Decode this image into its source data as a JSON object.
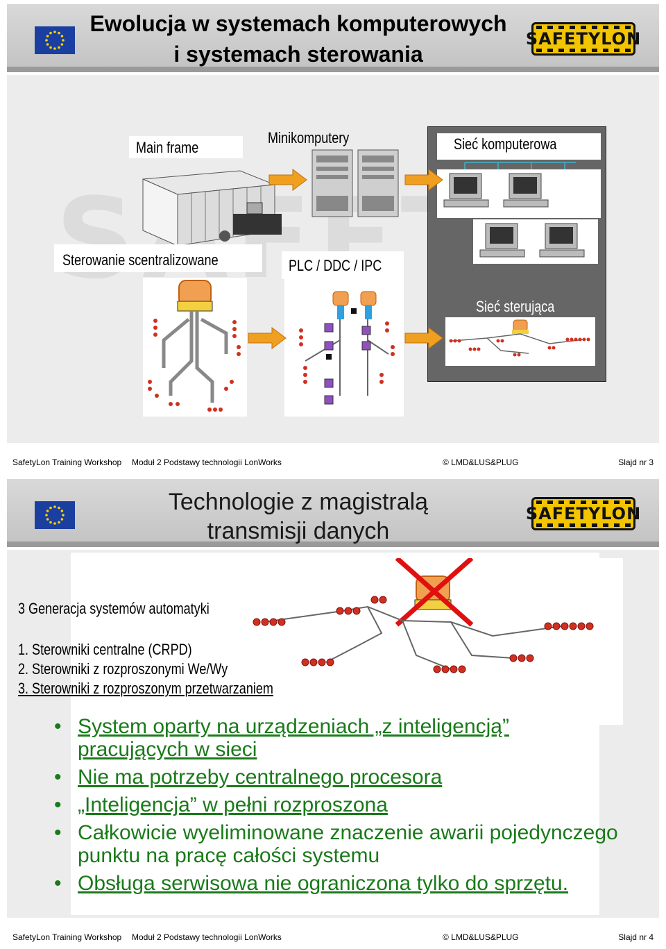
{
  "slide1": {
    "title_line1": "Ewolucja w systemach komputerowych",
    "title_line2": "i systemach sterowania",
    "logo_text": "SAFETYLON",
    "labels": {
      "main_frame": "Main frame",
      "minikomputery": "Minikomputery",
      "siec_komputerowa": "Sieć komputerowa",
      "sterowanie": "Sterowanie scentralizowane",
      "plc": "PLC / DDC / IPC",
      "siec_sterujaca": "Sieć sterująca"
    },
    "footer": {
      "workshop": "SafetyLon Training Workshop",
      "module": "Moduł 2   Podstawy technologii LonWorks",
      "copyright": "© LMD&LUS&PLUG",
      "slide": "Slajd nr 3"
    }
  },
  "slide2": {
    "title_line1": "Technologie z magistralą",
    "title_line2": "transmisji danych",
    "logo_text": "SAFETYLON",
    "generation_title": "3 Generacja systemów automatyki",
    "generations": [
      "1.  Sterowniki centralne (CRPD)",
      "2.  Sterowniki z rozproszonymi We/Wy",
      "3.  Sterowniki z rozproszonym przetwarzaniem"
    ],
    "bullets": [
      "System oparty na urządzeniach „z inteligencją” pracujących w sieci",
      "Nie ma potrzeby centralnego procesora",
      "„Inteligencja”  w pełni rozproszona",
      "Całkowicie wyeliminowane znaczenie awarii pojedynczego punktu na pracę całości systemu",
      "Obsługa serwisowa nie ograniczona tylko do sprzętu."
    ],
    "footer": {
      "workshop": "SafetyLon Training Workshop",
      "module": "Moduł 2   Podstawy technologii LonWorks",
      "copyright": "© LMD&LUS&PLUG",
      "slide": "Slajd nr 4"
    }
  },
  "colors": {
    "bullet_green": "#1a7a1a",
    "arrow_orange": "#f0a020",
    "node_red": "#d03020",
    "logo_yellow": "#f2c500"
  }
}
